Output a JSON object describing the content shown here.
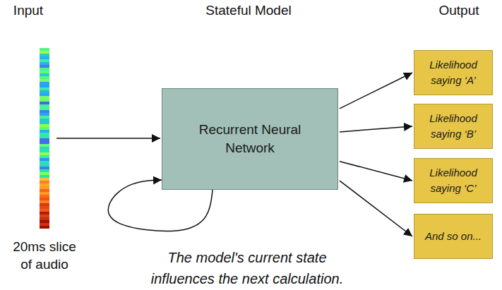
{
  "diagram": {
    "caption": "The model's current state influences the next calculation.",
    "nodes": [
      {
        "text": [
          "20ms slice of audio"
        ]
      },
      {
        "text": [
          "Recurrent Neural Network"
        ]
      },
      {
        "text": [
          "Likelihood saying ‘A’"
        ]
      },
      {
        "text": [
          "Likelihood saying ‘B’"
        ]
      },
      {
        "text": [
          "Likelihood saying ‘C’"
        ]
      },
      {
        "text": [
          "And so on..."
        ]
      }
    ],
    "edges": [
      {
        "from": 0,
        "to": 1,
        "arrow": "to"
      },
      {
        "from": 1,
        "to": 1,
        "arrow": "to"
      },
      {
        "from": 1,
        "to": 2,
        "arrow": "to"
      },
      {
        "from": 1,
        "to": 3,
        "arrow": "to"
      },
      {
        "from": 1,
        "to": 4,
        "arrow": "to"
      },
      {
        "from": 1,
        "to": 5,
        "arrow": "to"
      }
    ],
    "labels": [
      "Input",
      "Stateful Model",
      "Output"
    ]
  }
}
